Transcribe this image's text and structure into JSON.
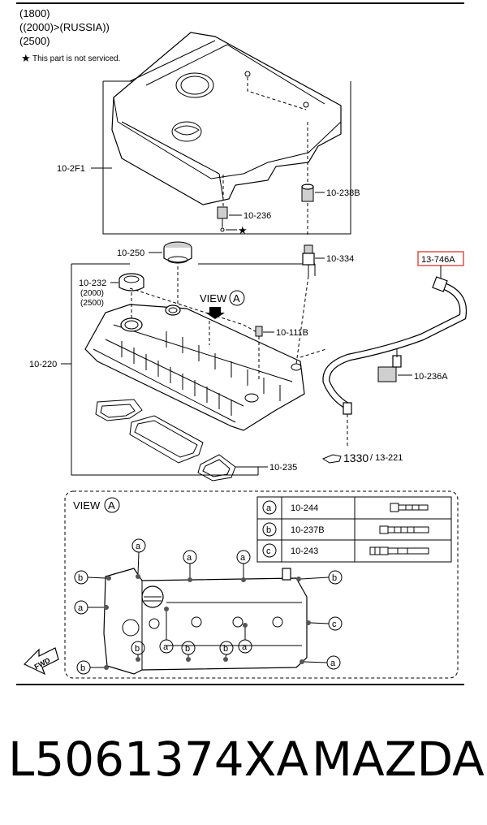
{
  "header_notes": {
    "line1": "(1800)",
    "line2": "((2000)>(RUSSIA))",
    "line3": "(2500)",
    "service_note": "This part is not serviced."
  },
  "callouts": {
    "c10_2F1": "10-2F1",
    "c10_238B": "10-238B",
    "c10_236": "10-236",
    "c10_250": "10-250",
    "c10_334": "10-334",
    "c13_746A": "13-746A",
    "c10_232": "10-232",
    "c10_232_n1": "(2000)",
    "c10_232_n2": "(2500)",
    "view_label": "VIEW",
    "view_letter": "A",
    "c10_111B": "10-111B",
    "c10_220": "10-220",
    "c10_236A": "10-236A",
    "c10_235": "10-235",
    "c1330": "1330",
    "c13_221": "/ 13-221"
  },
  "view_a": {
    "title": "VIEW",
    "letter": "A",
    "legend": [
      {
        "key": "a",
        "part": "10-244"
      },
      {
        "key": "b",
        "part": "10-237B"
      },
      {
        "key": "c",
        "part": "10-243"
      }
    ],
    "fwd": "FWD"
  },
  "footer": {
    "part_number": "L5061374XA",
    "brand": "MAZDA"
  },
  "colors": {
    "highlight_box": "#d9534f",
    "ink": "#000000"
  },
  "icons": {
    "star": "star-icon",
    "arrow_hand": "pointing-hand-icon"
  }
}
